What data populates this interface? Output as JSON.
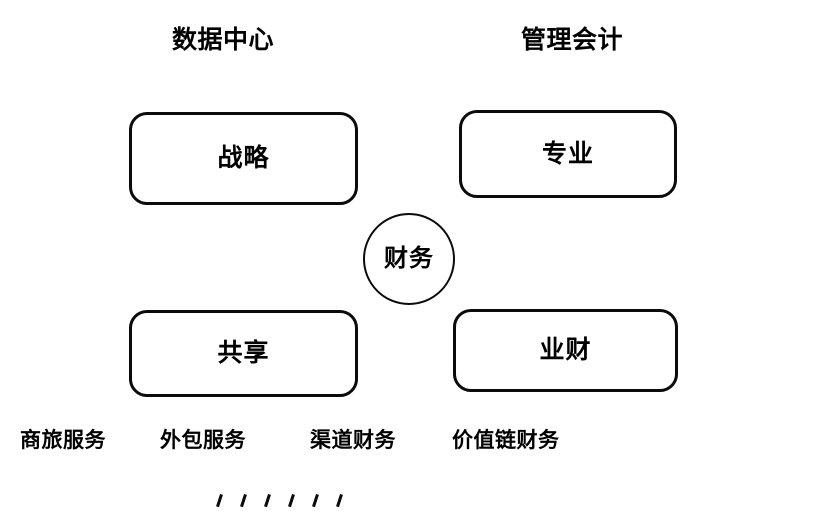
{
  "diagram": {
    "title_visible": false,
    "background_color": "#ffffff",
    "line_color": "#0b0b0b",
    "columns": [
      {
        "id": "data-center",
        "label": "数据中心"
      },
      {
        "id": "management-accounting",
        "label": "管理会计"
      }
    ],
    "boxes": [
      {
        "id": "strategy",
        "label": "战略",
        "column": "data-center",
        "row": "top"
      },
      {
        "id": "specialty",
        "label": "专业",
        "column": "management-accounting",
        "row": "top"
      },
      {
        "id": "shared",
        "label": "共享",
        "column": "data-center",
        "row": "bottom"
      },
      {
        "id": "biz-fin",
        "label": "业财",
        "column": "management-accounting",
        "row": "bottom"
      }
    ],
    "center_node": {
      "id": "finance",
      "label": "财务",
      "shape": "circle"
    },
    "footer_labels": [
      {
        "id": "business-travel-service",
        "label": "商旅服务"
      },
      {
        "id": "outsourcing-service",
        "label": "外包服务"
      },
      {
        "id": "channel-finance",
        "label": "渠道财务"
      },
      {
        "id": "value-chain-finance",
        "label": "价值链财务"
      }
    ],
    "tick_marks": {
      "count": 6,
      "glyph": "\\",
      "spacing_px": 24
    }
  }
}
